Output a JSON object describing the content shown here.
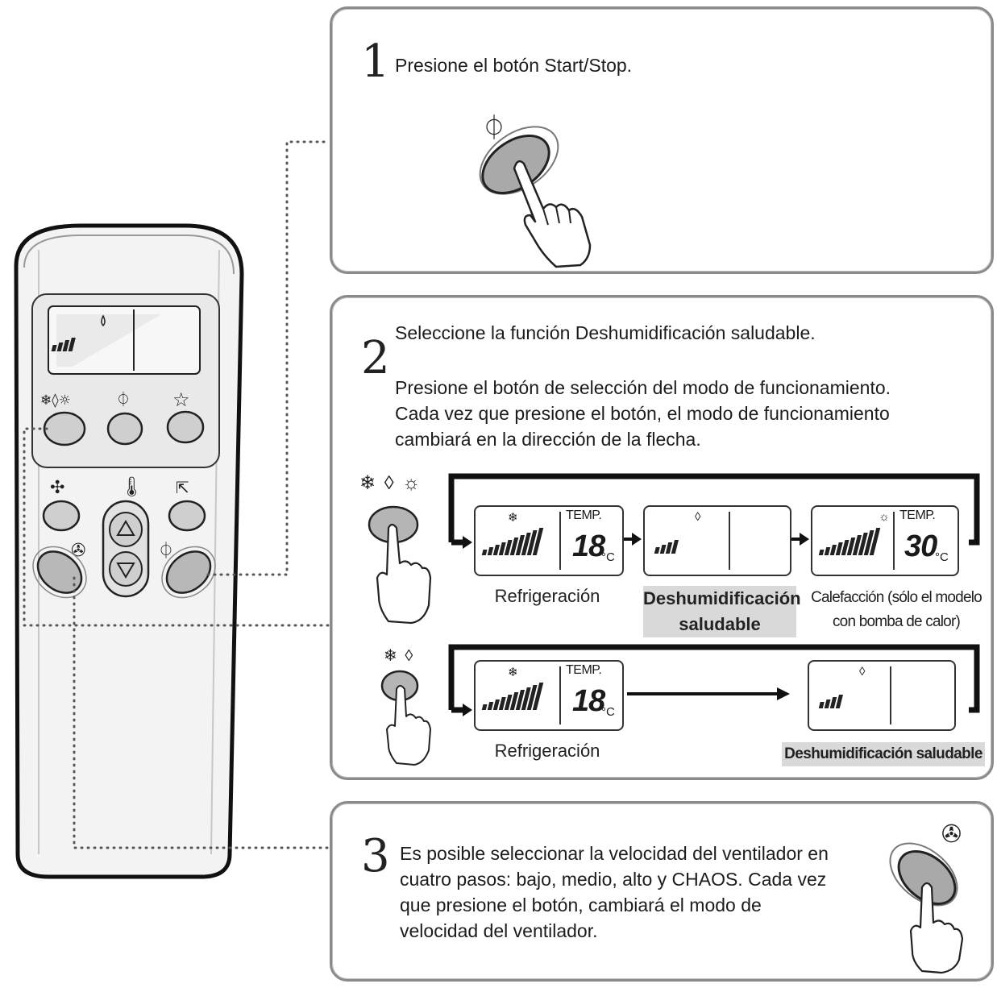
{
  "step1": {
    "number": "1",
    "text": "Presione el botón Start/Stop."
  },
  "step2": {
    "number": "2",
    "title": "Seleccione la función Deshumidificación saludable.",
    "body_lines": [
      "Presione el botón de selección del modo de funcionamiento.",
      "Cada vez que presione el botón, el modo de funcionamiento",
      "cambiará en la dirección de la flecha."
    ],
    "row1": {
      "mode_icons": "❄ ◊ ☼",
      "displays": [
        {
          "temp_label": "TEMP.",
          "temp_value": "18",
          "unit": "°C"
        },
        {},
        {
          "temp_label": "TEMP.",
          "temp_value": "30",
          "unit": "°C"
        }
      ],
      "captions": [
        "Refrigeración",
        "Deshumidificación saludable",
        "Calefacción (sólo el modelo con bomba de calor)"
      ]
    },
    "row2": {
      "mode_icons": "❄ ◊",
      "displays": [
        {
          "temp_label": "TEMP.",
          "temp_value": "18",
          "unit": "°C"
        },
        {}
      ],
      "captions": [
        "Refrigeración",
        "Deshumidificación saludable"
      ]
    }
  },
  "step3": {
    "number": "3",
    "body_lines": [
      "Es posible seleccionar la velocidad del ventilador en",
      "cuatro pasos: bajo, medio, alto y CHAOS. Cada vez",
      "que presione el botón, cambiará el modo de",
      "velocidad del ventilador."
    ]
  }
}
